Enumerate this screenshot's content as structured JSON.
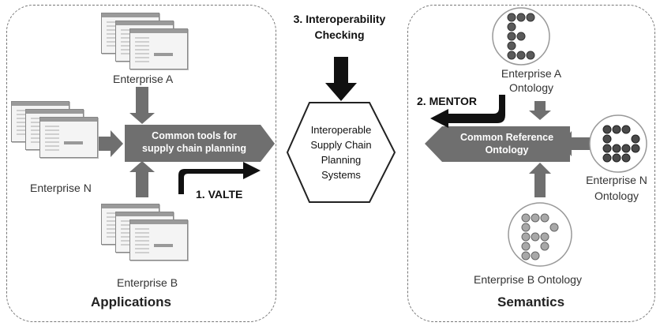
{
  "panels": {
    "left_title": "Applications",
    "right_title": "Semantics"
  },
  "applications": {
    "enterprise_a": "Enterprise A",
    "enterprise_n": "Enterprise N",
    "enterprise_b": "Enterprise B",
    "common_tools": "Common tools for supply chain planning",
    "common_tools_line1": "Common tools for",
    "common_tools_line2": "supply chain planning",
    "step1": "1. VALTE"
  },
  "center": {
    "step3_line1": "3. Interoperability",
    "step3_line2": "Checking",
    "systems_line1": "Interoperable",
    "systems_line2": "Supply Chain",
    "systems_line3": "Planning",
    "systems_line4": "Systems"
  },
  "semantics": {
    "ontology_a_line1": "Enterprise A",
    "ontology_a_line2": "Ontology",
    "ontology_n_line1": "Enterprise N",
    "ontology_n_line2": "Ontology",
    "ontology_b": "Enterprise B Ontology",
    "common_ref_line1": "Common Reference",
    "common_ref_line2": "Ontology",
    "step2": "2. MENTOR"
  },
  "colors": {
    "arrow_gray": "#6f6f6f",
    "dark_arrow": "#111111",
    "node_dark": "#5a5a5a",
    "node_light": "#a8a8a8"
  },
  "icons": {
    "screens": "application-window-stack-icon",
    "ontology": "ontology-graph-icon"
  }
}
